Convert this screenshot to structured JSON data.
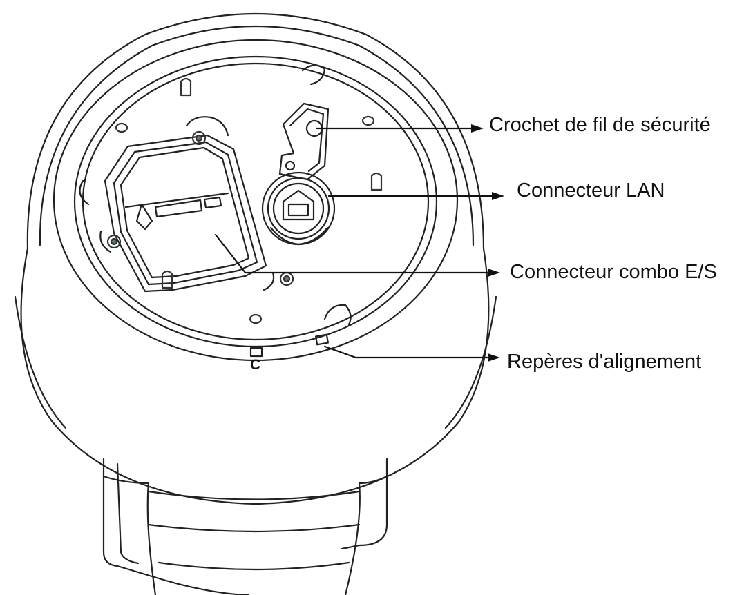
{
  "labels": {
    "safety_hook": "Crochet de fil de sécurité",
    "lan_connector": "Connecteur LAN",
    "io_combo": "Connecteur combo E/S",
    "alignment_marks": "Repères d'alignement"
  },
  "marks": {
    "c": "C"
  },
  "colors": {
    "line": "#222222",
    "screw": "#5a7a78"
  }
}
